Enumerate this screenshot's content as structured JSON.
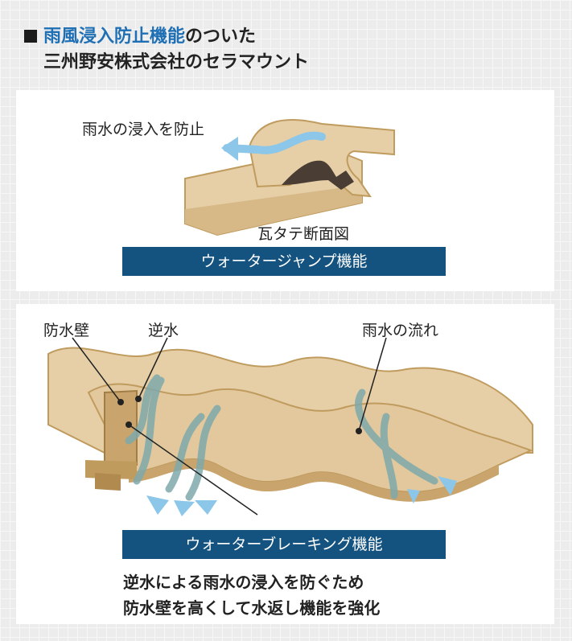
{
  "header": {
    "accent": "雨風浸入防止機能",
    "line1_rest": "のついた",
    "line2": "三州野安株式会社のセラマウント"
  },
  "panel1": {
    "arrow_label": "雨水の浸入を防止",
    "section_label": "瓦タテ断面図",
    "banner": "ウォータージャンプ機能"
  },
  "panel2": {
    "label_wall": "防水壁",
    "label_reverse": "逆水",
    "label_flow": "雨水の流れ",
    "banner": "ウォーターブレーキング機能",
    "note_line1": "逆水による雨水の浸入を防ぐため",
    "note_line2": "防水壁を高くして水返し機能を強化"
  },
  "colors": {
    "accent": "#1f6fb4",
    "banner": "#14527f",
    "tile": "#e6cfa7",
    "tile_edge": "#c09b5e",
    "water": "#8cc6e8",
    "gasket": "#4a3d34"
  }
}
